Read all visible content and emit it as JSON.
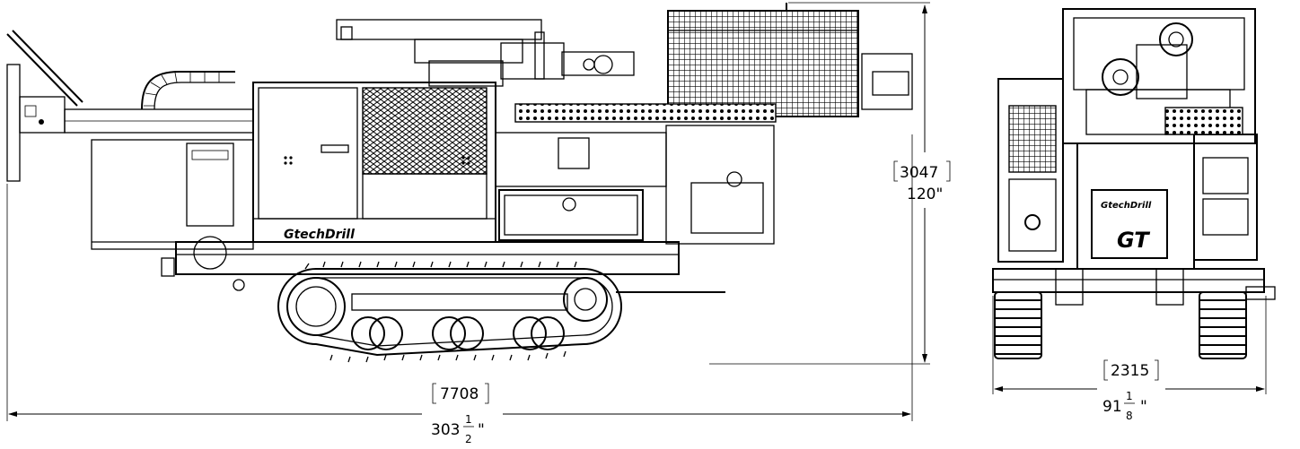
{
  "side_view": {
    "brand_label": "GtechDrill",
    "length_dimension": {
      "metric": "7708",
      "imperial_whole": "303",
      "imperial_num": "1",
      "imperial_den": "2",
      "imperial_unit": "\""
    },
    "height_dimension": {
      "metric": "3047",
      "imperial": "120\""
    }
  },
  "rear_view": {
    "brand_label": "GtechDrill",
    "model_label": "GT",
    "width_dimension": {
      "metric": "2315",
      "imperial_whole": "91",
      "imperial_num": "1",
      "imperial_den": "8",
      "imperial_unit": "\""
    }
  }
}
